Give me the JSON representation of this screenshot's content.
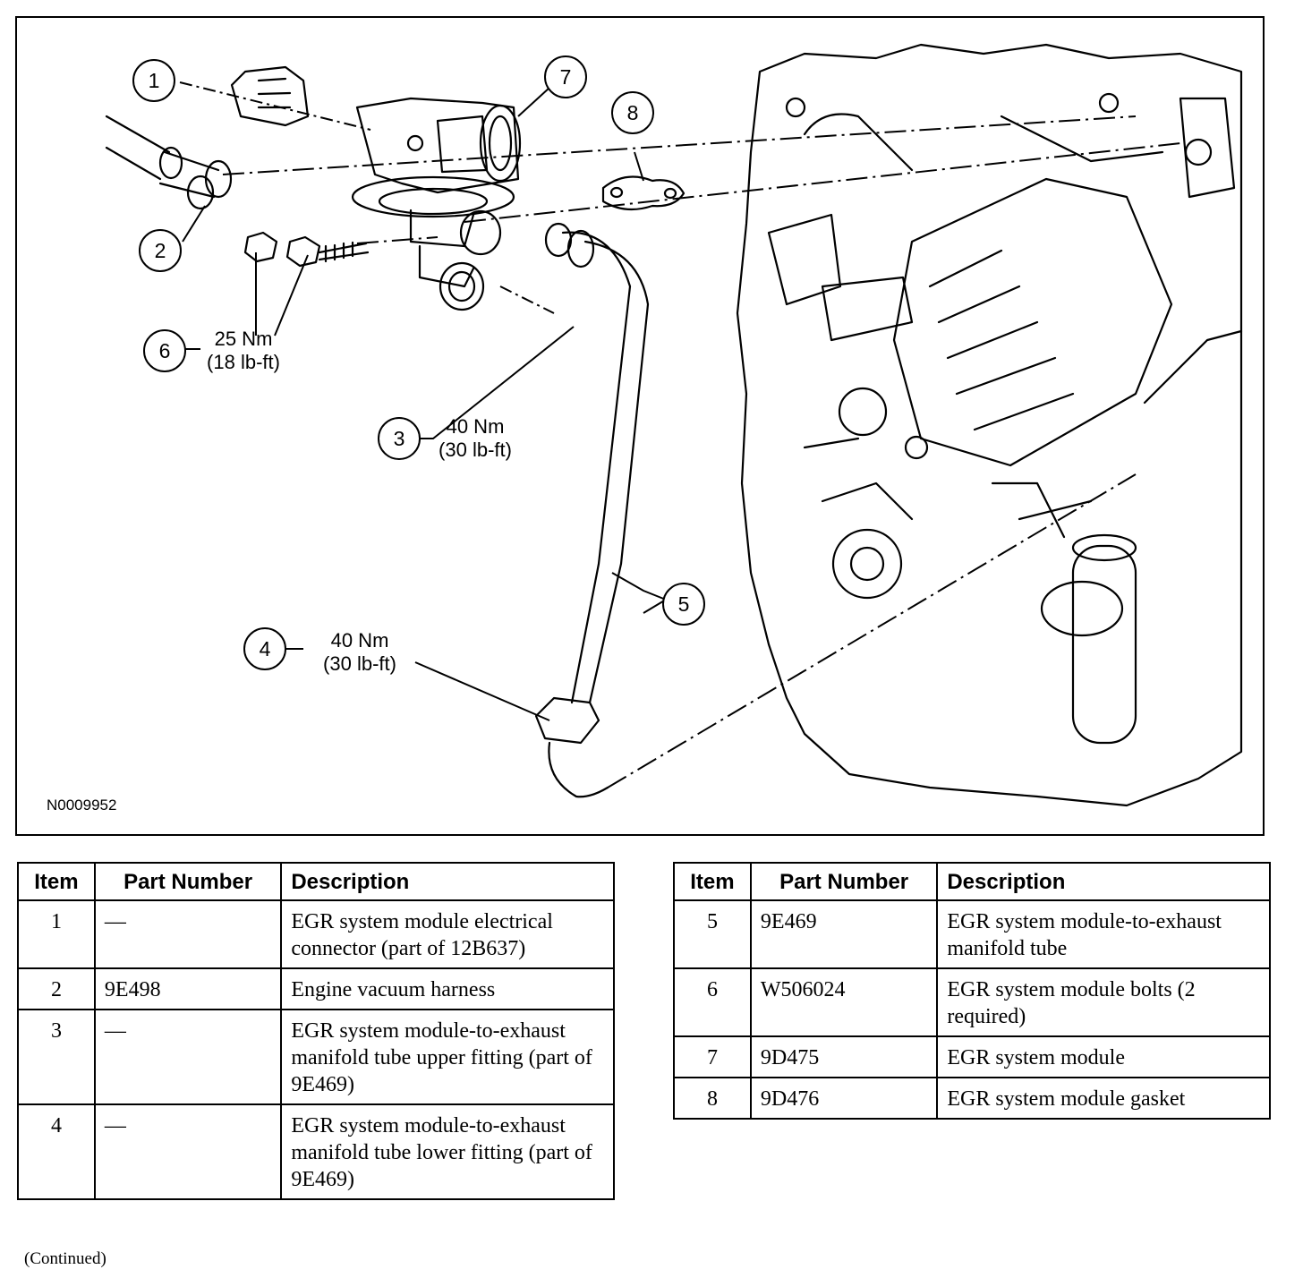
{
  "figure": {
    "id": "N0009952",
    "callouts": [
      {
        "item": "1"
      },
      {
        "item": "2"
      },
      {
        "item": "3",
        "torque": "40 Nm",
        "torque_alt": "(30 lb-ft)"
      },
      {
        "item": "4",
        "torque": "40 Nm",
        "torque_alt": "(30 lb-ft)"
      },
      {
        "item": "5"
      },
      {
        "item": "6",
        "torque": "25 Nm",
        "torque_alt": "(18 lb-ft)"
      },
      {
        "item": "7"
      },
      {
        "item": "8"
      }
    ]
  },
  "tables": {
    "headers": {
      "item": "Item",
      "part_number": "Part Number",
      "description": "Description"
    },
    "left": [
      {
        "item": "1",
        "part": "—",
        "desc": "EGR system module electrical connector (part of 12B637)"
      },
      {
        "item": "2",
        "part": "9E498",
        "desc": "Engine vacuum harness"
      },
      {
        "item": "3",
        "part": "—",
        "desc": "EGR system module-to-exhaust manifold tube upper fitting (part of 9E469)"
      },
      {
        "item": "4",
        "part": "—",
        "desc": "EGR system module-to-exhaust manifold tube lower fitting (part of 9E469)"
      }
    ],
    "right": [
      {
        "item": "5",
        "part": "9E469",
        "desc": "EGR system module-to-exhaust manifold tube"
      },
      {
        "item": "6",
        "part": "W506024",
        "desc": "EGR system module bolts (2 required)"
      },
      {
        "item": "7",
        "part": "9D475",
        "desc": "EGR system module"
      },
      {
        "item": "8",
        "part": "9D476",
        "desc": "EGR system module gasket"
      }
    ]
  },
  "footer": {
    "continued": "(Continued)"
  }
}
